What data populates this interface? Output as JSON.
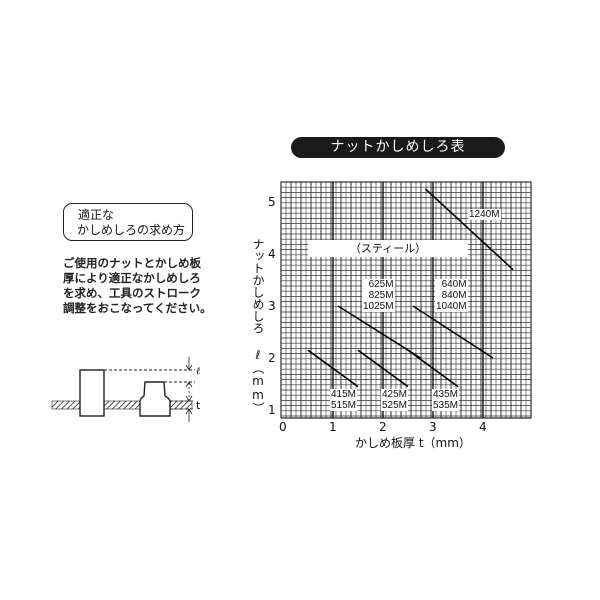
{
  "header": {
    "title": "ナットかしめしろ表"
  },
  "howto": {
    "line1": "適正な",
    "line2": "かしめしろの求め方"
  },
  "description": [
    "ご使用のナットとかしめ板",
    "厚により適正なかしめしろ",
    "を求め、工具のストローク",
    "調整をおこなってください。"
  ],
  "diagram": {
    "label_l": "ℓ",
    "label_t": "t"
  },
  "chart_data": {
    "type": "line",
    "title": "ナットかしめしろ表",
    "subtitle": "（スティール）",
    "xlabel": "かしめ板厚 t（mm）",
    "ylabel": "ナットかしめしろ ℓ（mm）",
    "xlim": [
      0,
      4.5
    ],
    "ylim": [
      0.85,
      5.4
    ],
    "xticks": [
      "0",
      "1",
      "2",
      "3",
      "4"
    ],
    "yticks": [
      "1",
      "2",
      "3",
      "4",
      "5"
    ],
    "grid": true,
    "series": [
      {
        "name": "415M / 515M",
        "labels": [
          "415M",
          "515M"
        ],
        "x": [
          0.5,
          1.5
        ],
        "y": [
          2.15,
          1.45
        ]
      },
      {
        "name": "425M / 525M",
        "labels": [
          "425M",
          "525M"
        ],
        "x": [
          1.5,
          2.5
        ],
        "y": [
          2.15,
          1.45
        ]
      },
      {
        "name": "435M / 535M",
        "labels": [
          "435M",
          "535M"
        ],
        "x": [
          2.5,
          3.5
        ],
        "y": [
          2.15,
          1.45
        ]
      },
      {
        "name": "625M / 825M / 1025M",
        "labels": [
          "625M",
          "825M",
          "1025M"
        ],
        "x": [
          1.1,
          2.75
        ],
        "y": [
          3.0,
          2.0
        ]
      },
      {
        "name": "640M / 840M / 1040M",
        "labels": [
          "640M",
          "840M",
          "1040M"
        ],
        "x": [
          2.6,
          4.2
        ],
        "y": [
          3.0,
          2.0
        ]
      },
      {
        "name": "1240M",
        "labels": [
          "1240M"
        ],
        "x": [
          2.85,
          4.6
        ],
        "y": [
          5.25,
          3.7
        ]
      }
    ]
  }
}
